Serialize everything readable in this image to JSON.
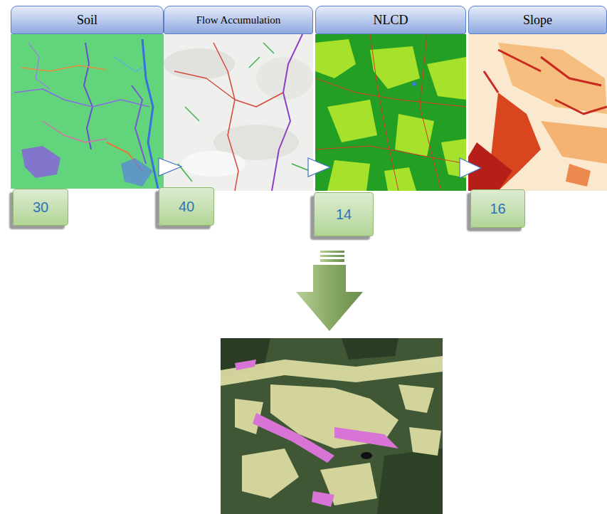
{
  "diagram": {
    "nodes": [
      {
        "text": [
          "Soil"
        ]
      },
      {
        "text": [
          "Flow Accumulation"
        ]
      },
      {
        "text": [
          "NLCD"
        ]
      },
      {
        "text": [
          "Slope"
        ]
      },
      {
        "text": [
          "30"
        ]
      },
      {
        "text": [
          "40"
        ]
      },
      {
        "text": [
          "14"
        ]
      },
      {
        "text": [
          "16"
        ]
      }
    ]
  }
}
